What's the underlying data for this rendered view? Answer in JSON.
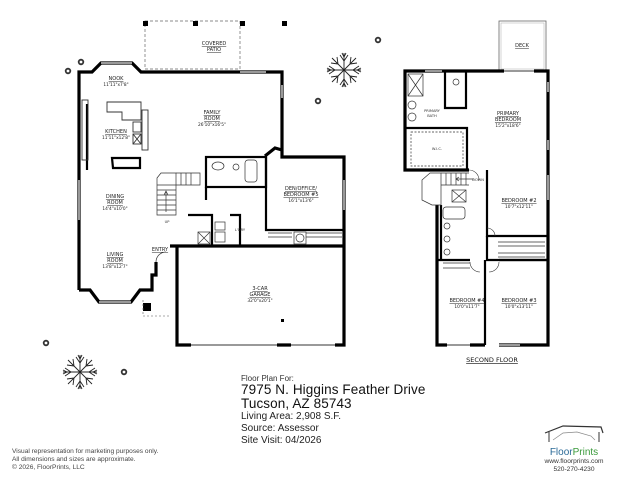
{
  "first_floor": {
    "rooms": [
      {
        "name": "NOOK",
        "dims": "11'11\"x7'8\""
      },
      {
        "name": "KITCHEN",
        "dims": "11'11\"x12'8\""
      },
      {
        "name": "FAMILY ROOM",
        "line1": "FAMILY",
        "line2": "ROOM",
        "dims": "26'10\"x16'5\""
      },
      {
        "name": "DINING ROOM",
        "line1": "DINING",
        "line2": "ROOM",
        "dims": "14'4\"x10'0\""
      },
      {
        "name": "LIVING ROOM",
        "line1": "LIVING",
        "line2": "ROOM",
        "dims": "13'8\"x12'7\""
      },
      {
        "name": "DEN/OFFICE/ BEDROOM #5",
        "line1": "DEN/OFFICE/",
        "line2": "BEDROOM #5",
        "dims": "16'1\"x13'6\""
      },
      {
        "name": "3-CAR GARAGE",
        "line1": "3-CAR",
        "line2": "GARAGE",
        "dims": "32'0\"x20'1\""
      }
    ],
    "labels": {
      "covered_patio_1": "COVERED",
      "covered_patio_2": "PATIO",
      "entry": "ENTRY",
      "laundry": "L'DRY",
      "stairs_up": "UP"
    }
  },
  "second_floor": {
    "title": "SECOND FLOOR",
    "rooms": [
      {
        "name": "PRIMARY BEDROOM",
        "line1": "PRIMARY",
        "line2": "BEDROOM",
        "dims": "15'2\"x18'6\""
      },
      {
        "name": "BEDROOM #2",
        "dims": "10'7\"x12'11\""
      },
      {
        "name": "BEDROOM #4",
        "dims": "10'0\"x11'7\""
      },
      {
        "name": "BEDROOM #3",
        "dims": "10'0\"x13'11\""
      }
    ],
    "labels": {
      "deck": "DECK",
      "primary_bath_1": "PRIMARY",
      "primary_bath_2": "BATH",
      "wic": "W.I.C.",
      "stairs_down": "DOWN"
    }
  },
  "info": {
    "heading": "Floor Plan For:",
    "address_line1": "7975 N. Higgins Feather Drive",
    "address_line2": "Tucson, AZ  85743",
    "living_area": "Living Area:  2,908 S.F.",
    "source": "Source:  Assessor",
    "site_visit": "Site Visit:  04/2026"
  },
  "disclaimer": {
    "line1": "Visual representation for marketing purposes only.",
    "line2": "All dimensions and sizes are approximate.",
    "line3": "© 2026, FloorPrints, LLC"
  },
  "logo": {
    "brand_part1": "Floor",
    "brand_part2": "Prints",
    "website": "www.floorprints.com",
    "phone": "520-270-4230",
    "colors": {
      "floor": "#2a6a97",
      "prints": "#3a9a3a"
    }
  }
}
